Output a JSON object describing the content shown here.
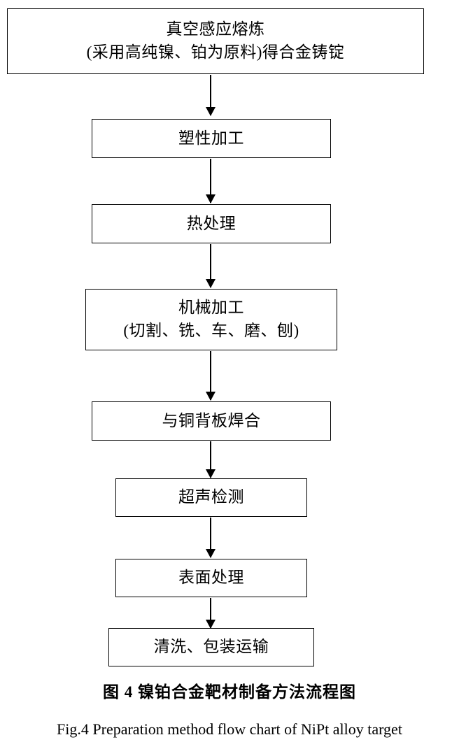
{
  "figure": {
    "caption_cn": "图 4  镍铂合金靶材制备方法流程图",
    "caption_en": "Fig.4 Preparation method flow chart of NiPt alloy target"
  },
  "flow": {
    "type": "flowchart",
    "direction": "top-to-bottom",
    "nodes": [
      {
        "id": "step1",
        "line1": "真空感应熔炼",
        "line2": "(采用高纯镍、铂为原料)得合金铸锭"
      },
      {
        "id": "step2",
        "line1": "塑性加工",
        "line2": ""
      },
      {
        "id": "step3",
        "line1": "热处理",
        "line2": ""
      },
      {
        "id": "step4",
        "line1": "机械加工",
        "line2": "(切割、铣、车、磨、刨)"
      },
      {
        "id": "step5",
        "line1": "与铜背板焊合",
        "line2": ""
      },
      {
        "id": "step6",
        "line1": "超声检测",
        "line2": ""
      },
      {
        "id": "step7",
        "line1": "表面处理",
        "line2": ""
      },
      {
        "id": "step8",
        "line1": "清洗、包装运输",
        "line2": ""
      }
    ],
    "connectors": [
      {
        "from": "step1",
        "to": "step2"
      },
      {
        "from": "step2",
        "to": "step3"
      },
      {
        "from": "step3",
        "to": "step4"
      },
      {
        "from": "step4",
        "to": "step5"
      },
      {
        "from": "step5",
        "to": "step6"
      },
      {
        "from": "step6",
        "to": "step7"
      },
      {
        "from": "step7",
        "to": "step8"
      }
    ]
  }
}
